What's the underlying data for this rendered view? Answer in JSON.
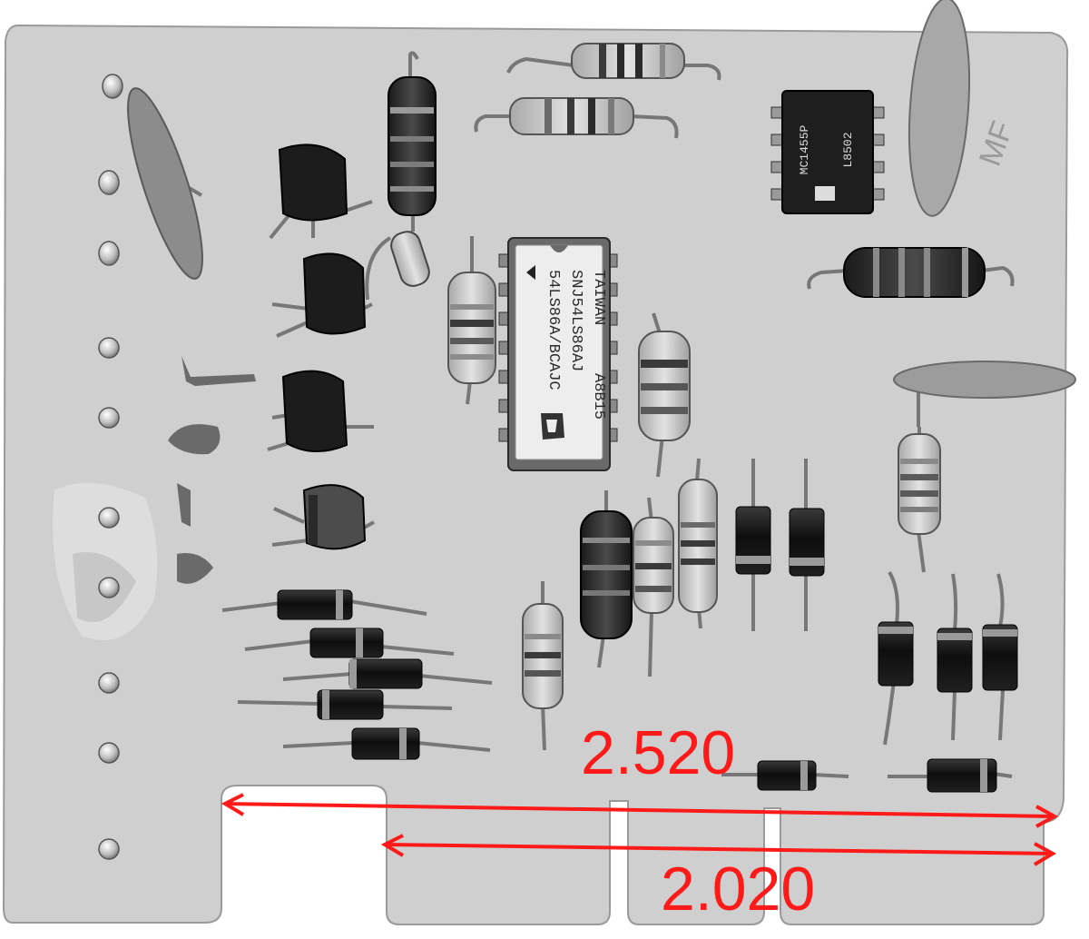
{
  "photo": {
    "annotations": {
      "color": "#ff1a1a",
      "upper_dimension": "2.520",
      "lower_dimension": "2.020"
    },
    "ceramic_ic": {
      "line1": "TAIWAN",
      "line2": "A8B15",
      "line3": "SNJ54LS86AJ",
      "line4": "54LS86A/BCAJC"
    },
    "dip8_ic": {
      "line1": "MC1455P",
      "line2": "L8502"
    },
    "pencil_marking": "MF"
  }
}
